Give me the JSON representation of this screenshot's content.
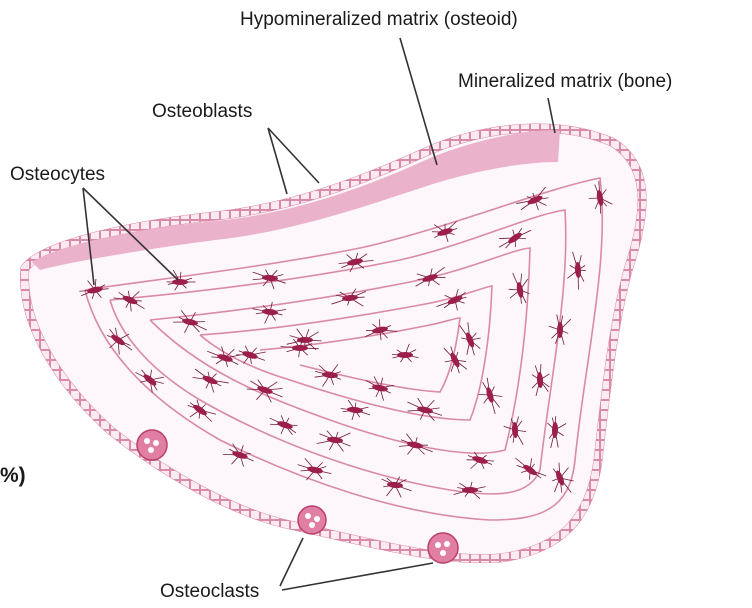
{
  "labels": {
    "osteoid": "Hypomineralized matrix (osteoid)",
    "bone": "Mineralized matrix (bone)",
    "osteoblasts": "Osteoblasts",
    "osteocytes": "Osteocytes",
    "osteoclasts": "Osteoclasts"
  },
  "fragment_text": "%)",
  "colors": {
    "outline": "#d98aa6",
    "fill": "#fdf6fb",
    "osteoid": "#eab3cb",
    "cell": "#9c1f4b",
    "process": "#6e1a3c",
    "osteoclast": "#e07ea3",
    "leader": "#333333"
  }
}
